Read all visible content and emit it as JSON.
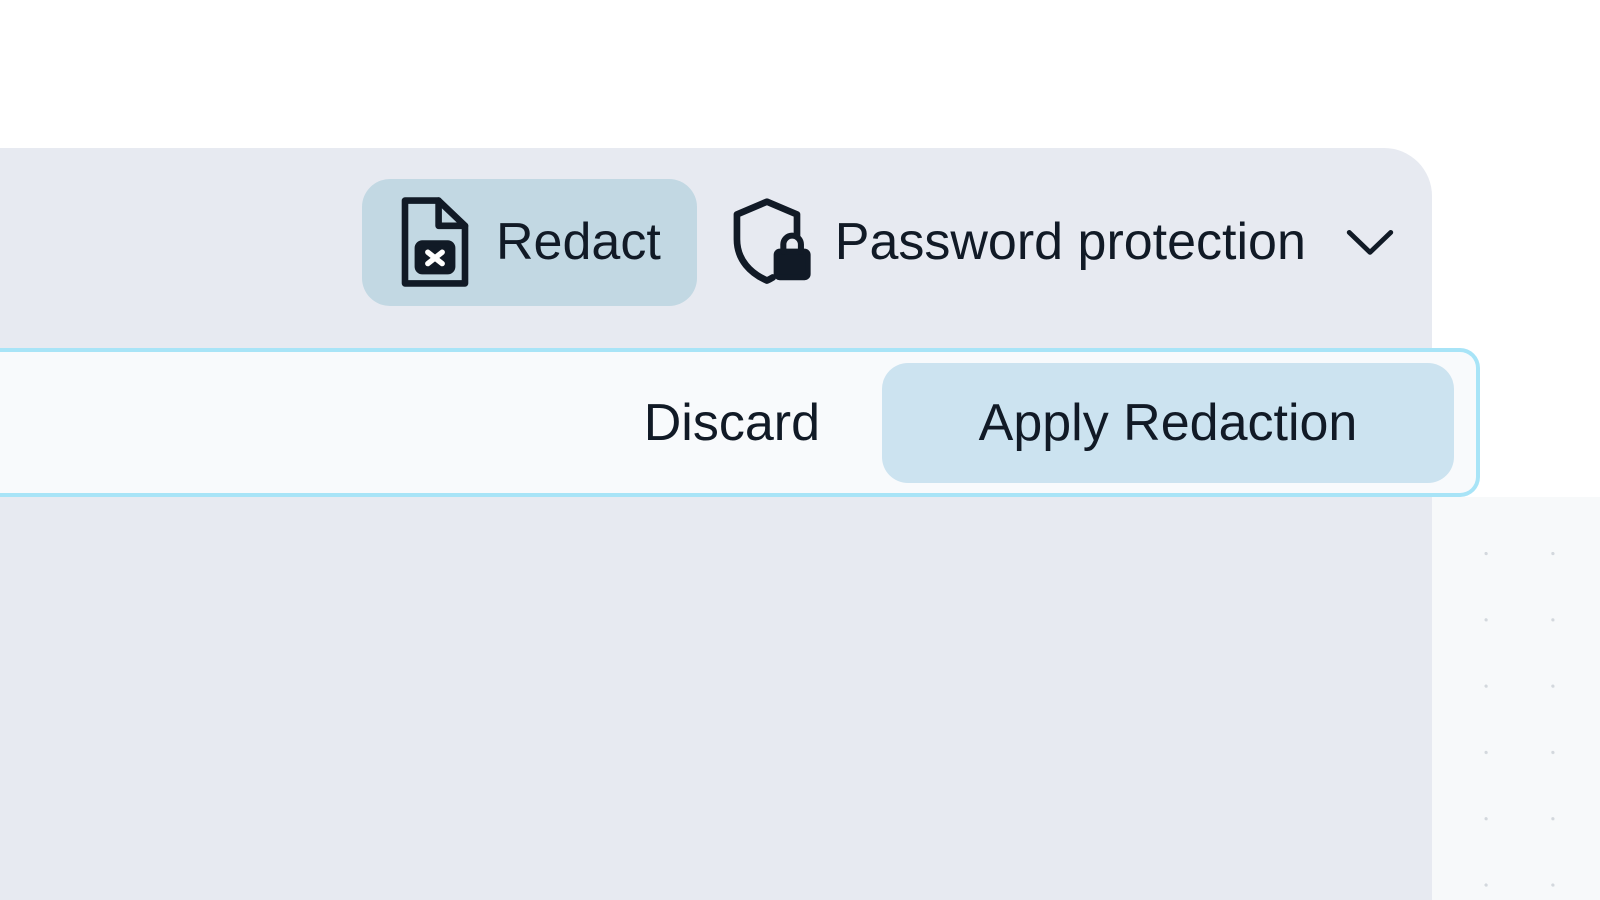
{
  "app": {
    "accent_cyan": "#a8e4f7",
    "toolbar_bg": "#e7eaf1",
    "active_tool_bg": "#c2d8e3",
    "primary_action_bg": "#cce3f0",
    "canvas_bg": "#f7f9fa",
    "text_color": "#111a26"
  },
  "toolbar": {
    "items": [
      {
        "id": "redact",
        "label": "Redact",
        "icon": "file-redact-icon",
        "active": true
      },
      {
        "id": "password-protection",
        "label": "Password protection",
        "icon": "shield-lock-icon",
        "trailing_icon": "chevron-down-icon",
        "active": false
      }
    ]
  },
  "action_bar": {
    "discard_label": "Discard",
    "apply_label": "Apply Redaction"
  },
  "canvas": {
    "pattern": "dot-grid"
  }
}
